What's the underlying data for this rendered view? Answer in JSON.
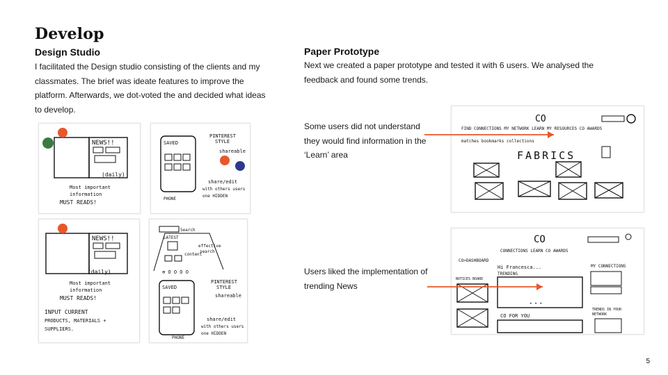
{
  "page": {
    "title": "Develop",
    "page_number": "5"
  },
  "left": {
    "heading": "Design Studio",
    "body": "I facilitated the Design studio consisting of the clients and my classmates. The brief was ideate features to improve the platform. Afterwards, we dot-voted the and decided what ideas to develop."
  },
  "right": {
    "heading": "Paper Prototype",
    "body": "Next we created a paper prototype and tested it with 6 users. We analysed the feedback and found some trends.",
    "finding_1": "Some users did not understand they would find information in the ‘Learn’ area",
    "finding_2": "Users liked the implementation of trending News"
  },
  "colors": {
    "accent_orange": "#e8572a",
    "vote_green": "#3c7a43",
    "vote_navy": "#2c3a8c"
  }
}
